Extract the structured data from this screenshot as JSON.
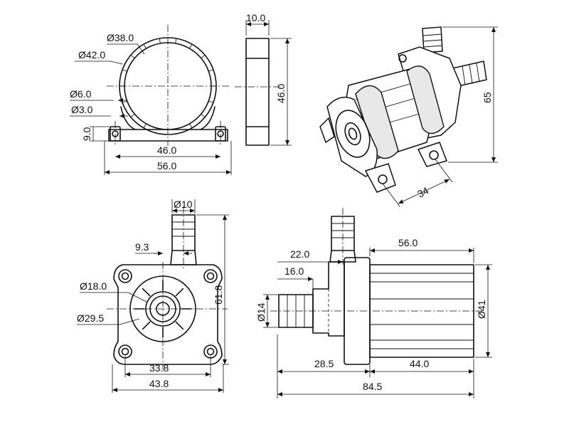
{
  "dimensions": {
    "front_ring_inner_dia": "Ø38.0",
    "front_ring_outer_dia": "Ø42.0",
    "mount_hole_dia": "Ø6.0",
    "mount_slot_dia": "Ø3.0",
    "foot_height": "9.0",
    "ring_hole_spacing": "46.0",
    "ring_base_width": "56.0",
    "side_ring_thickness": "10.0",
    "side_ring_height": "46.0",
    "iso_height": "65",
    "iso_foot_spacing": "34",
    "outlet_dia": "Ø10",
    "outlet_offset": "9.3",
    "inlet_dia": "Ø18.0",
    "flange_dia": "Ø29.5",
    "front_height": "61.8",
    "front_hole_spacing": "33.8",
    "front_width": "43.8",
    "side_outlet_pos": "22.0",
    "side_inlet_len": "16.0",
    "side_body_len": "56.0",
    "side_inlet_dia": "Ø14",
    "side_body_dia": "Ø41",
    "side_flange_pos": "28.5",
    "side_motor_len": "44.0",
    "side_total_len": "84.5"
  }
}
